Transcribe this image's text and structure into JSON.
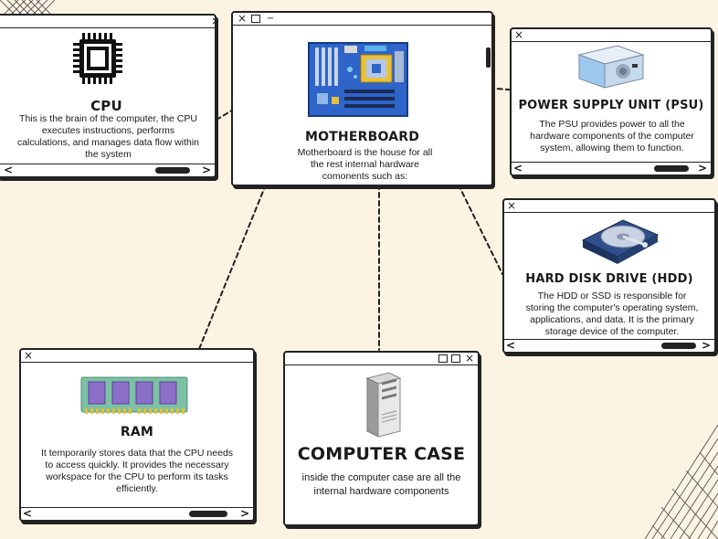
{
  "cards": {
    "cpu": {
      "title": "CPU",
      "desc": "This is the brain of the computer, the CPU executes instructions, performs calculations, and manages data flow within the system"
    },
    "motherboard": {
      "title": "MOTHERBOARD",
      "desc": "Motherboard is the house for all the rest internal hardware comonents such as: CPU,RAM,SSD,"
    },
    "psu": {
      "title": "POWER SUPPLY UNIT (PSU)",
      "desc": "The PSU provides power to all the hardware components of the computer system, allowing them to function."
    },
    "hdd": {
      "title": "HARD DISK DRIVE (HDD)",
      "desc": "The HDD or SSD is responsible for storing the computer's operating system, applications, and data. It is the primary storage device of the computer."
    },
    "ram": {
      "title": "RAM",
      "desc": "It temporarily stores data that the CPU needs to access quickly. It provides the necessary workspace for the CPU to perform its tasks efficiently."
    },
    "case": {
      "title": "COMPUTER CASE",
      "desc": "inside the computer case are all the internal hardware components"
    }
  },
  "icons": {
    "close": "×",
    "minimize": "−",
    "arrow_left": "<",
    "arrow_right": ">"
  },
  "colors": {
    "background": "#fdf3e3",
    "board_blue": "#2f64c8",
    "ram_green": "#7cc1a3",
    "ram_chip": "#8b6fc9"
  }
}
